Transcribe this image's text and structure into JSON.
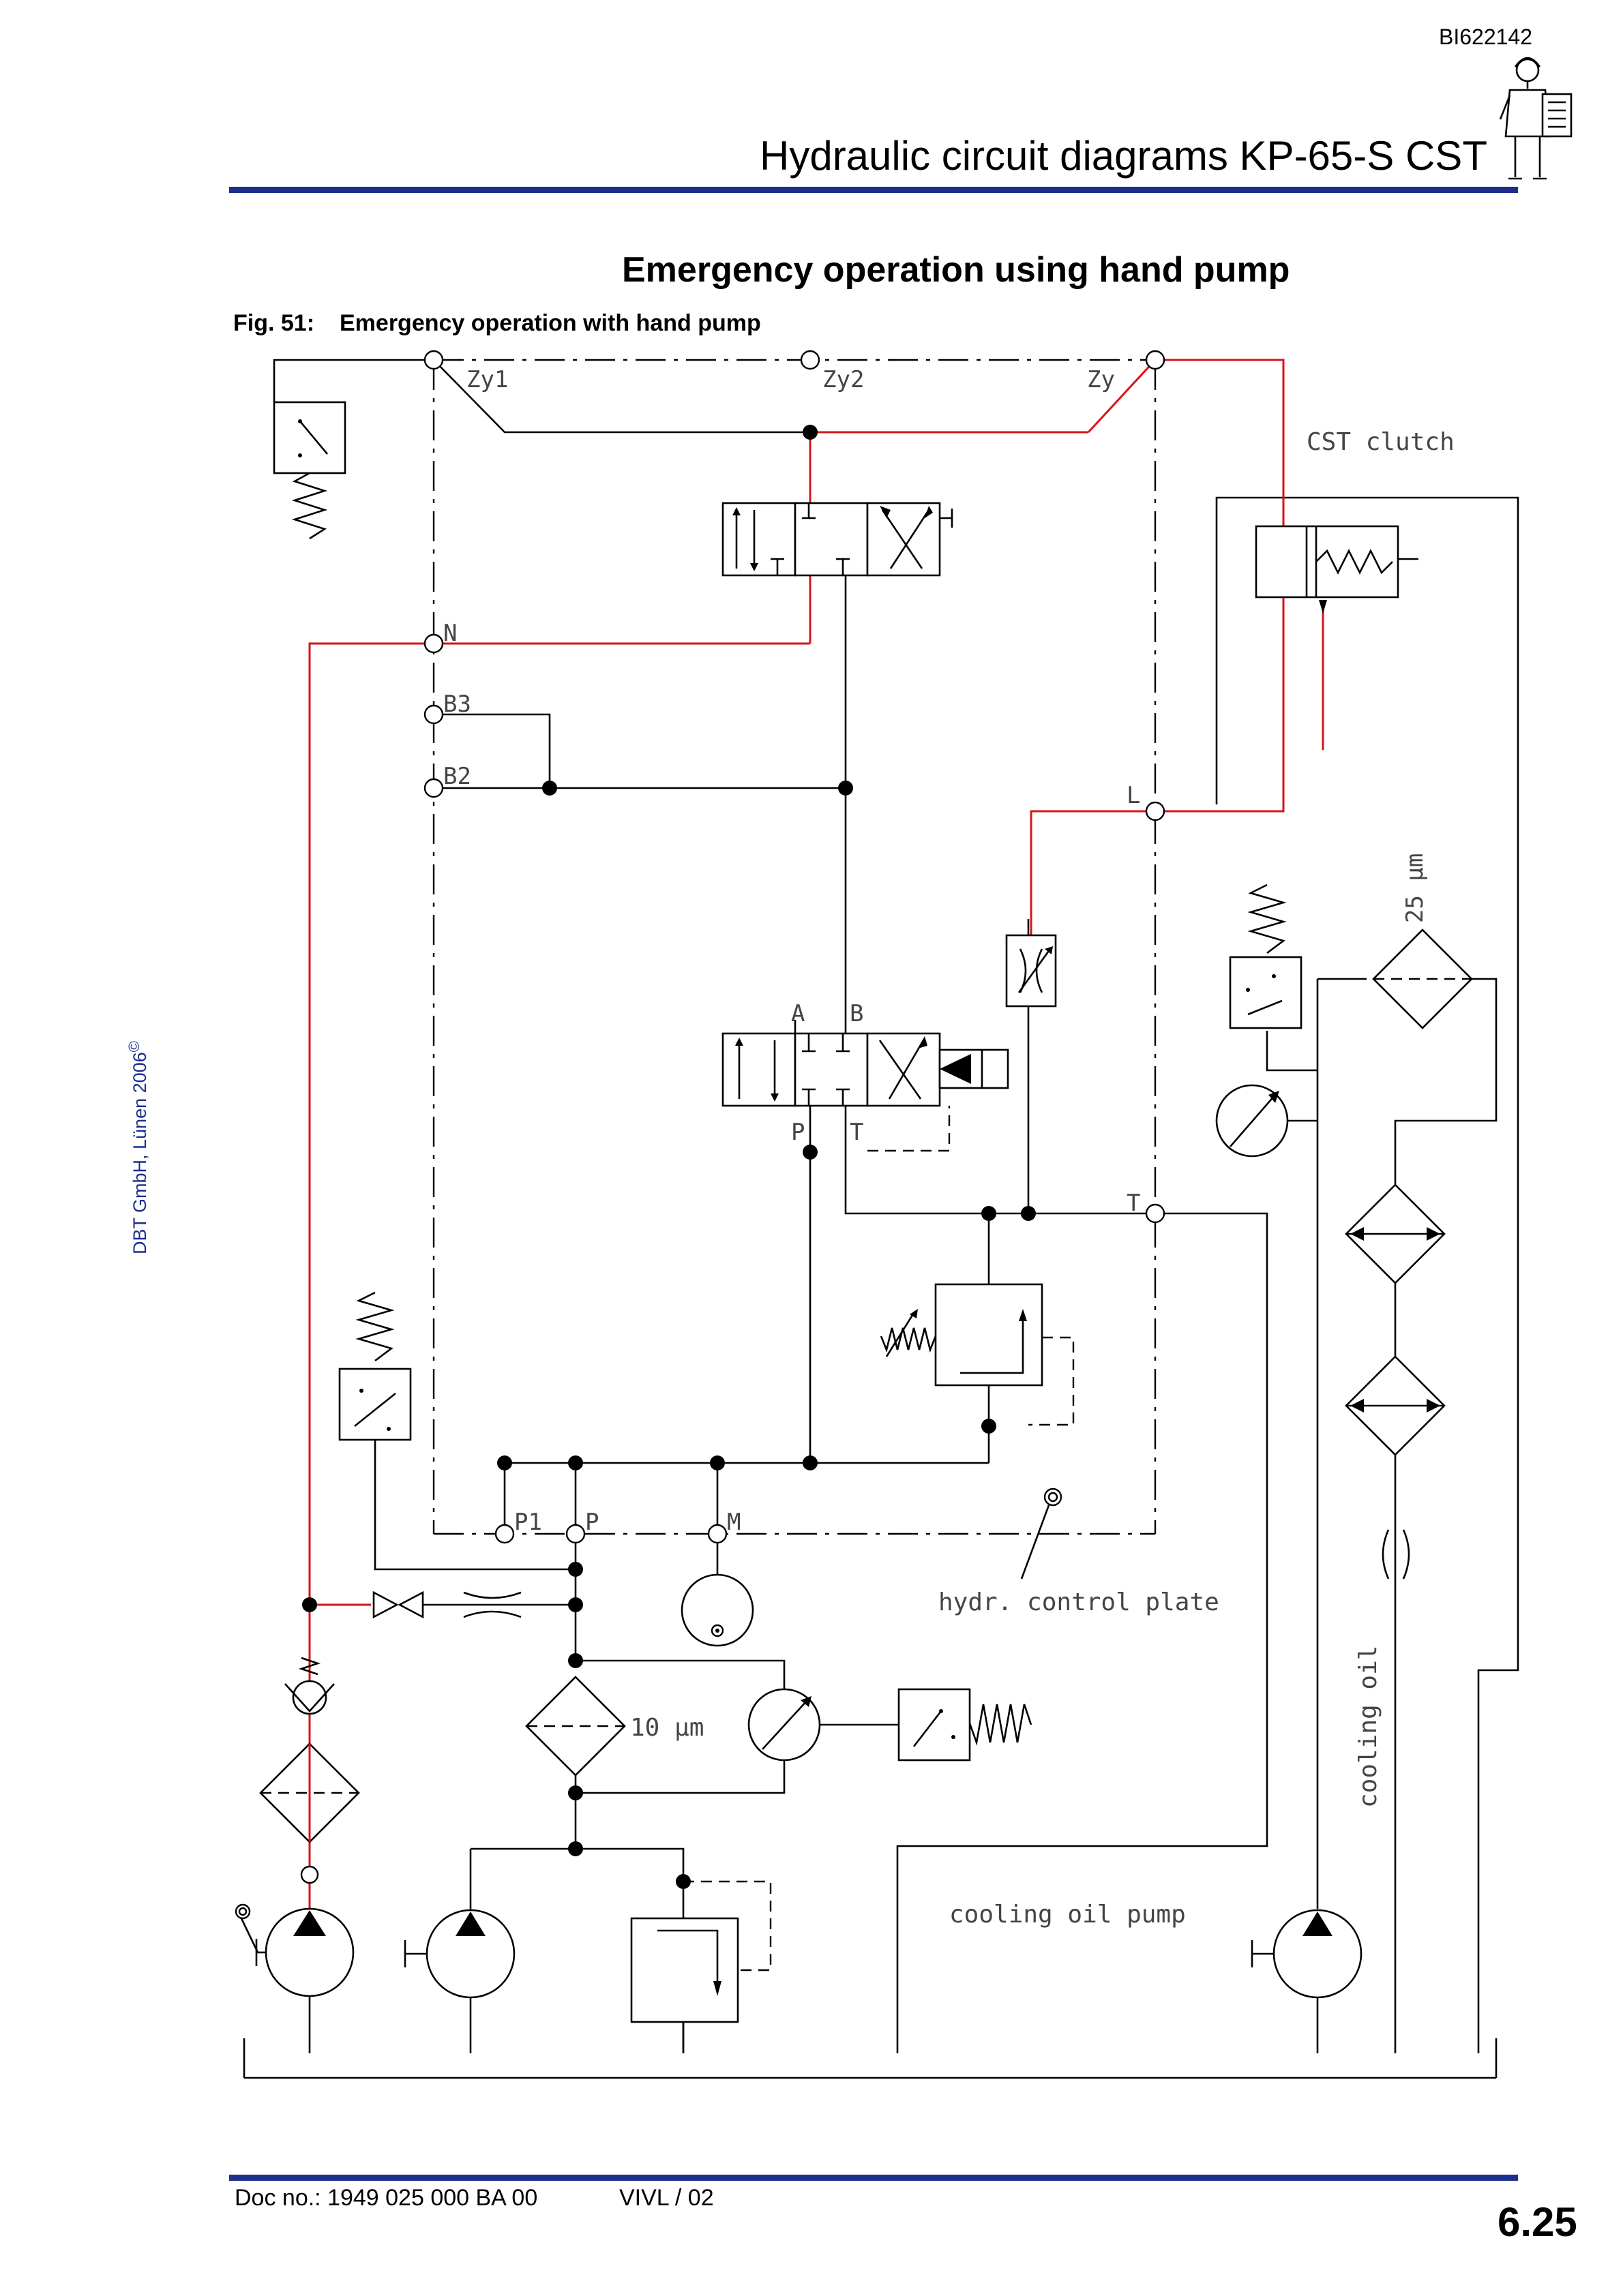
{
  "header": {
    "doc_id": "BI622142",
    "title": "Hydraulic circuit diagrams KP-65-S CST"
  },
  "section": {
    "heading": "Emergency operation using hand pump",
    "figure_number": "Fig. 51:",
    "figure_caption": "Emergency operation with hand pump"
  },
  "side": {
    "copyright": "DBT GmbH, Lünen 2006",
    "copyright_symbol": "©"
  },
  "diagram": {
    "ports": {
      "zy1": "Zy1",
      "zy2": "Zy2",
      "zy": "Zy",
      "n": "N",
      "b3": "B3",
      "b2": "B2",
      "l": "L",
      "a": "A",
      "b": "B",
      "p": "P",
      "t": "T",
      "t_out": "T",
      "p1": "P1",
      "p_main": "P",
      "m": "M"
    },
    "labels": {
      "cst_clutch": "CST clutch",
      "filter_fine": "25 µm",
      "filter_main": "10 µm",
      "control_plate": "hydr. control plate",
      "cooling_oil": "cooling oil",
      "cooling_oil_pump": "cooling oil pump"
    },
    "colors": {
      "active_line": "#d6141a",
      "line": "#000000",
      "rule": "#1c2f8c"
    }
  },
  "footer": {
    "doc_no": "Doc no.: 1949 025 000 BA 00",
    "revision": "VIVL / 02",
    "page": "6.25"
  }
}
